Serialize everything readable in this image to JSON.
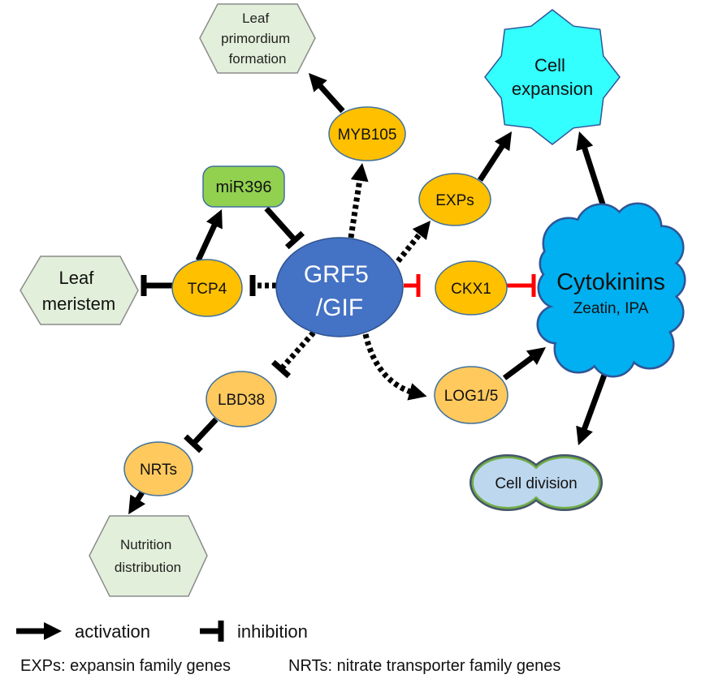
{
  "nodes": {
    "leaf_primordium": [
      "Leaf",
      "primordium",
      "formation"
    ],
    "myb105": "MYB105",
    "cell_expansion": [
      "Cell",
      "expansion"
    ],
    "mir396": "miR396",
    "exps": "EXPs",
    "leaf_meristem": [
      "Leaf",
      "meristem"
    ],
    "tcp4": "TCP4",
    "grf5_gif": [
      "GRF5",
      "/GIF"
    ],
    "ckx1": "CKX1",
    "cytokinins": {
      "name": "Cytokinins",
      "sub": "Zeatin, IPA"
    },
    "lbd38": "LBD38",
    "log1_5": "LOG1/5",
    "nrts": "NRTs",
    "nutrition_distribution": [
      "Nutrition",
      "distribution"
    ],
    "cell_division": "Cell division"
  },
  "legend": {
    "activation": "activation",
    "inhibition": "inhibition"
  },
  "footnotes": [
    "EXPs: expansin family genes",
    "NRTs: nitrate transporter family genes"
  ],
  "colors": {
    "orange_node": "#ffc000",
    "light_orange_node": "#ffc95e",
    "grf5_node": "#4472c4",
    "mir396_node": "#92d050",
    "hexagon_node": "#e2efda",
    "cell_expansion": "#33ffff",
    "cytokinins": "#00b0f0",
    "cell_division": "#bdd7ee",
    "activation": "#000000",
    "inhibition_red": "#ff0000"
  }
}
